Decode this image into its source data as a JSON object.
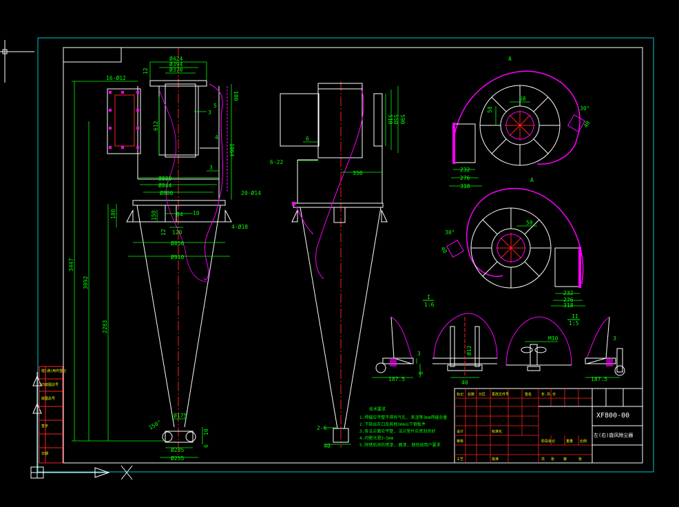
{
  "drawing": {
    "number": "XF800-00",
    "title_cn": "左(右)旋风除尘器"
  },
  "main_view": {
    "dims_top": [
      "Ø424",
      "Ø394",
      "Ø370"
    ],
    "flange_label": "16-Ø12",
    "dim_12": "12",
    "dim_100": "100",
    "dim_612": "612",
    "dim_1064": "1064",
    "dim_3a": "3",
    "dim_3b": "3",
    "dim_4": "4",
    "dim_5": "5",
    "dims_mid": [
      "Ø880",
      "Ø844",
      "Ø800"
    ],
    "hole_label": "20-Ø14",
    "hole_label2": "4-Ø18",
    "dim_180": "180",
    "dim_120": "120",
    "dim_150": "150",
    "dim_94": "94",
    "dim_10a": "10",
    "dim_12b": "12",
    "dim_850": "Ø850",
    "dim_910": "Ø910",
    "dim_3447": "3447",
    "dim_3092": "3092",
    "dim_2283": "2283",
    "dim_175": "Ø175",
    "dim_150deg": "150°",
    "dim_235": "Ø235",
    "dim_255": "Ø255",
    "dim_10b": "10",
    "dim_6": "6"
  },
  "side_view": {
    "dim_510": "510",
    "dim_550": "550",
    "dim_590": "590",
    "dim_6": "6",
    "label_6_22": "6-22",
    "dim_350": "350",
    "label_2_6": "2-6",
    "dim_40": "40"
  },
  "top_views": {
    "a_label": "A",
    "a2_label": "A",
    "dim_58": "58",
    "dim_30deg": "30°",
    "dim_40": "40",
    "dims_bottom_1": [
      "232",
      "276",
      "318"
    ],
    "dims_bottom_2": [
      "232",
      "276",
      "318"
    ],
    "dim_58b": "58",
    "dim_30degb": "30°",
    "dim_40b": "40"
  },
  "details": {
    "section_i": "I",
    "section_i_scale": "1:6",
    "section_ii": "II",
    "section_ii_scale": "1:5",
    "dim_3": "3",
    "dim_187_5a": "187.5",
    "dim_12": "Ø12",
    "dim_40": "40",
    "dim_m10": "M10",
    "dim_3b": "3",
    "dim_187_5b": "187.5",
    "dim_6": "6"
  },
  "notes": {
    "heading": "技术要求",
    "lines": [
      "1.焊缝应平整不得有气孔, 夹渣等3mm焊缝余量",
      "2.下部出灰口及其他3mm以下钢板件",
      "3.各法兰面应平整, 法兰垫片应密封良好",
      "4.内壁光滑3~5mm",
      "5.除锈后涂防锈漆, 面漆, 颜色按用户要求"
    ]
  },
  "left_table": [
    "借(通)用件登记",
    "旧底图总号",
    "底图总号",
    "签字",
    "日期"
  ],
  "title_block": {
    "row1": [
      "标记",
      "处数",
      "分区",
      "更改文件号",
      "签名",
      "年.月.日"
    ],
    "row2": [
      "设计",
      "",
      "标准化",
      "",
      "阶段标记",
      "重量",
      "比例"
    ],
    "row3": [
      "审核",
      "",
      "",
      ""
    ],
    "row4": [
      "工艺",
      "",
      "批准",
      "",
      "共",
      "张",
      "第",
      "张"
    ]
  }
}
